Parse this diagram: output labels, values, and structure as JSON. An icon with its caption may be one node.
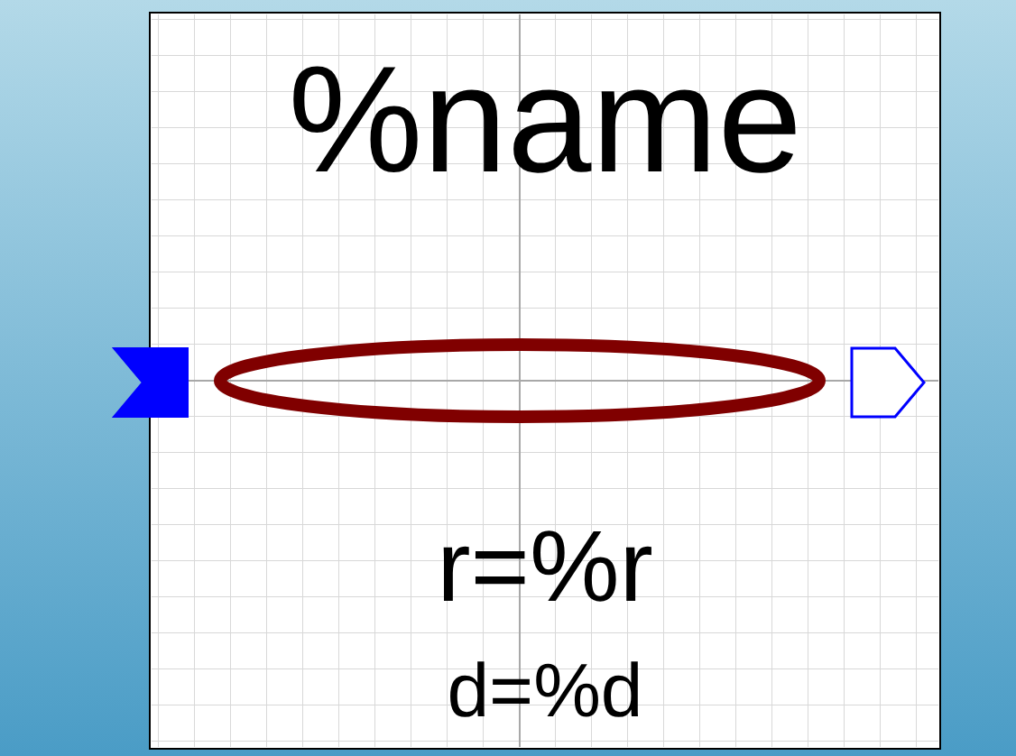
{
  "diagram": {
    "nodes": [
      {
        "text": [],
        "shape": "ellipse"
      }
    ],
    "labels": [
      "%name",
      "r=%r",
      "d=%d"
    ]
  }
}
